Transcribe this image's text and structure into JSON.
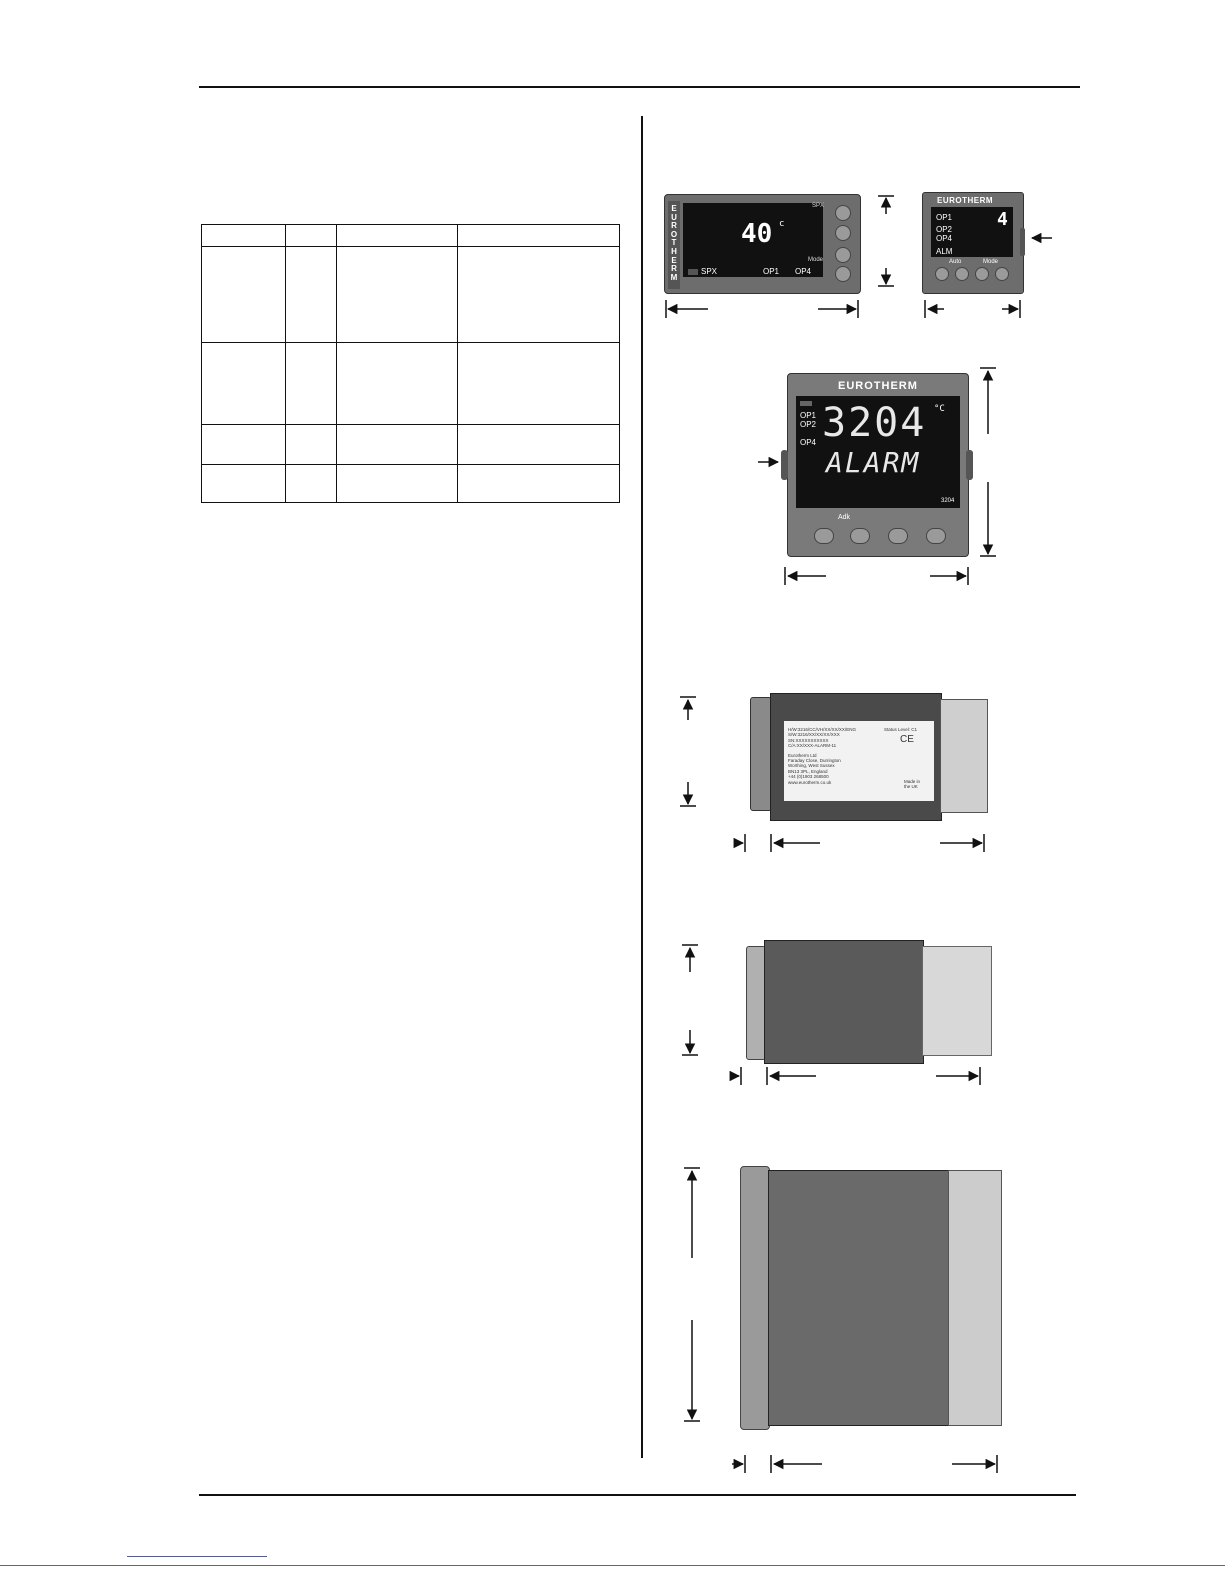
{
  "controller_3216": {
    "brand_vertical": "EUROTHERM",
    "reading": "40",
    "unit": "c",
    "indicators": [
      "SPX",
      "OP1",
      "OP4"
    ],
    "side_labels": [
      "SPX",
      "Mode"
    ]
  },
  "controller_3208_small": {
    "brand": "EUROTHERM",
    "outputs": [
      "OP1",
      "OP2",
      "OP4"
    ],
    "status": "ALM",
    "reading": "4",
    "key_labels": [
      "Auto",
      "Mode"
    ]
  },
  "controller_3204": {
    "brand": "EUROTHERM",
    "outputs": [
      "OP1",
      "OP2",
      "OP4"
    ],
    "reading": "3204",
    "unit": "°C",
    "message": "ALARM",
    "model_tag": "3204",
    "key_label": "Adk"
  },
  "side_view_label": {
    "line1": "H/W:3216/CC/VH/XX/XX/XX/ENG",
    "line2": "S/W:3216/XX/XX/XX/XXX",
    "line3": "SN:XXXXXXXXXXX",
    "line4": "C/A:XX/XXX-ALARM-11",
    "status": "Status Level: C1",
    "ce": "CE",
    "maker": "Eurotherm Ltd",
    "address1": "Faraday Close, Durrington",
    "address2": "Worthing, West Sussex",
    "address3": "BN13 3PL, England",
    "phone": "+44 (0)1903 268500",
    "web": "www.eurotherm.co.uk",
    "made_in": "Made in the UK"
  },
  "icons": {
    "arrow_left": "arrow-left-icon",
    "arrow_right": "arrow-right-icon",
    "arrow_up": "arrow-up-icon",
    "arrow_down": "arrow-down-icon"
  }
}
